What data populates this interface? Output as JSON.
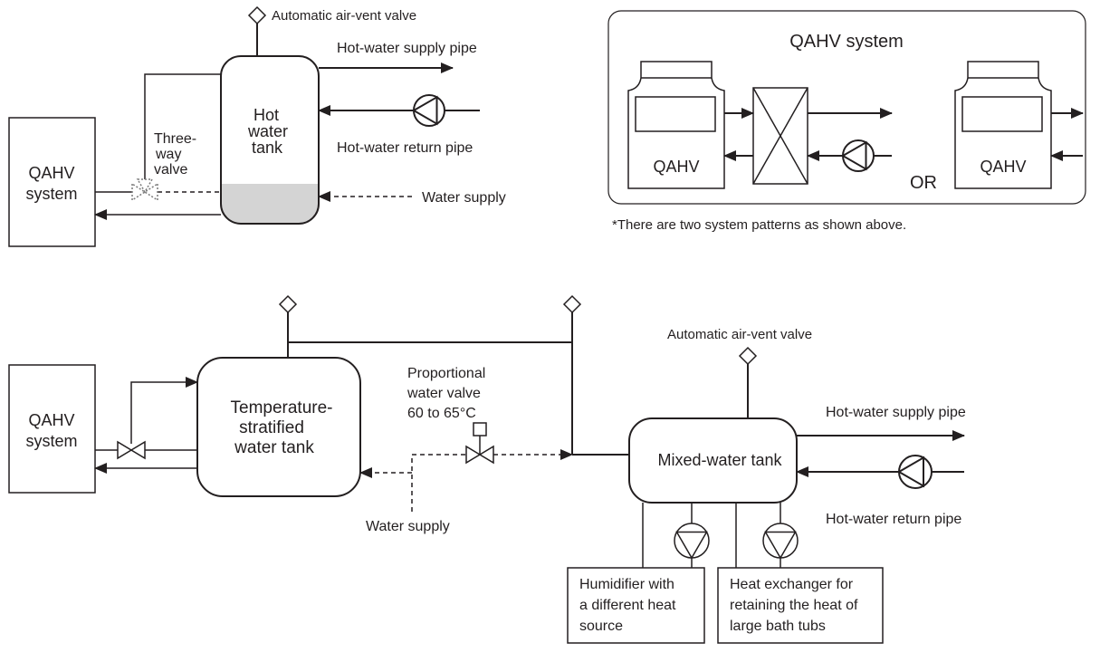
{
  "top_left": {
    "air_vent_label": "Automatic air-vent valve",
    "supply_pipe_label": "Hot-water supply pipe",
    "return_pipe_label": "Hot-water return pipe",
    "water_supply_label": "Water supply",
    "qahv_system_lines": [
      "QAHV",
      "system"
    ],
    "tank_lines": [
      "Hot",
      "water",
      "tank"
    ],
    "three_way_valve_lines": [
      "Three-",
      "way",
      "valve"
    ]
  },
  "patterns": {
    "title": "QAHV system",
    "units": [
      "QAHV",
      "QAHV"
    ],
    "or_label": "OR",
    "note": "*There are two system patterns as shown above."
  },
  "bottom": {
    "qahv_system_lines": [
      "QAHV",
      "system"
    ],
    "stratified_tank_lines": [
      "Temperature-",
      "stratified",
      "water tank"
    ],
    "proportional_valve_lines": [
      "Proportional",
      "water valve",
      "60 to 65°C"
    ],
    "water_supply_label": "Water supply",
    "mixed_tank_label": "Mixed-water tank",
    "air_vent_label": "Automatic air-vent valve",
    "supply_pipe_label": "Hot-water supply pipe",
    "return_pipe_label": "Hot-water return pipe",
    "humidifier_lines": [
      "Humidifier with",
      "a different heat",
      "source"
    ],
    "heat_exchanger_lines": [
      "Heat exchanger for",
      "retaining the heat of",
      "large bath tubs"
    ]
  }
}
